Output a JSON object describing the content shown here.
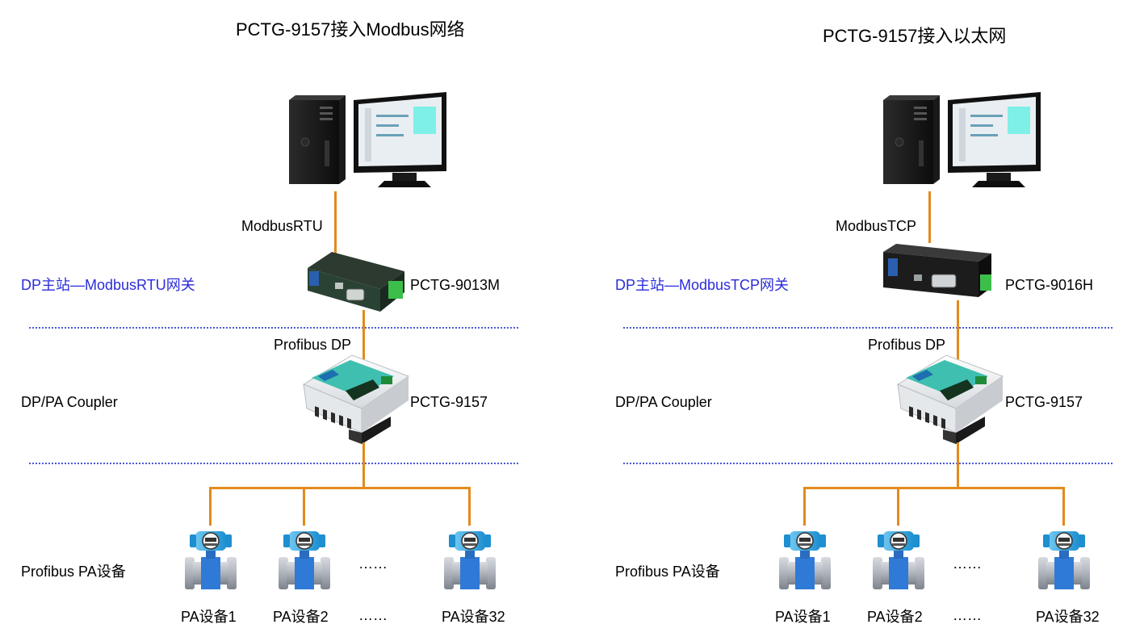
{
  "panels": [
    {
      "title": "PCTG-9157接入Modbus网络",
      "host_link": "ModbusRTU",
      "gateway_role": "DP主站—ModbusRTU网关",
      "gateway_model": "PCTG-9013M",
      "fieldbus_link": "Profibus DP",
      "coupler_role": "DP/PA Coupler",
      "coupler_model": "PCTG-9157",
      "devices_label": "Profibus PA设备",
      "devices": [
        "PA设备1",
        "PA设备2",
        "PA设备32"
      ],
      "ellipsis": "……"
    },
    {
      "title": "PCTG-9157接入以太网",
      "host_link": "ModbusTCP",
      "gateway_role": "DP主站—ModbusTCP网关",
      "gateway_model": "PCTG-9016H",
      "fieldbus_link": "Profibus DP",
      "coupler_role": "DP/PA Coupler",
      "coupler_model": "PCTG-9157",
      "devices_label": "Profibus PA设备",
      "devices": [
        "PA设备1",
        "PA设备2",
        "PA设备32"
      ],
      "ellipsis": "……"
    }
  ],
  "colors": {
    "cable": "#e38a1b",
    "role_text": "#2b2bdc",
    "separator": "#4a5ad8",
    "transmitter": "#1e8fd0",
    "flowmeter_body": "#2f7ad6"
  },
  "icons": [
    "pc-tower-icon",
    "monitor-icon",
    "gateway-device-icon",
    "coupler-device-icon",
    "flowmeter-icon"
  ]
}
